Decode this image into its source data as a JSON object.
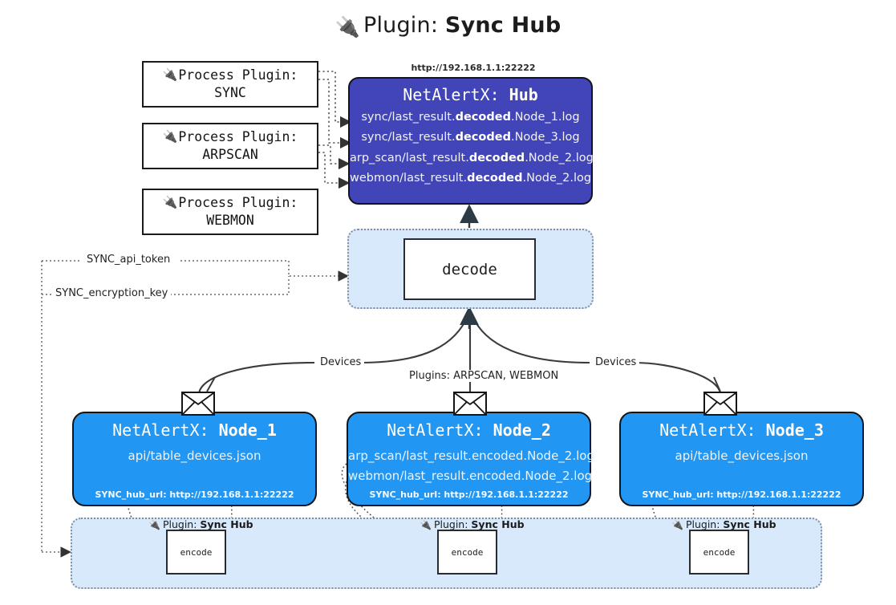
{
  "title": {
    "icon": "plug-icon",
    "lead": "Plugin:",
    "strong": "Sync Hub"
  },
  "process_plugins": [
    {
      "icon": "plug-icon",
      "line1": "Process Plugin:",
      "line2": "SYNC"
    },
    {
      "icon": "plug-icon",
      "line1": "Process Plugin:",
      "line2": "ARPSCAN"
    },
    {
      "icon": "plug-icon",
      "line1": "Process Plugin:",
      "line2": "WEBMON"
    }
  ],
  "hub": {
    "url": "http://192.168.1.1:22222",
    "title_prefix": "NetAlertX:",
    "title_name": "Hub",
    "bg_color": "#4145b8",
    "logs": [
      {
        "pre": "sync/last_result.",
        "mid": "decoded",
        "post": ".Node_1.log"
      },
      {
        "pre": "sync/last_result.",
        "mid": "decoded",
        "post": ".Node_3.log"
      },
      {
        "pre": "arp_scan/last_result.",
        "mid": "decoded",
        "post": ".Node_2.log"
      },
      {
        "pre": "webmon/last_result.",
        "mid": "decoded",
        "post": ".Node_2.log"
      }
    ]
  },
  "decode": {
    "label": "decode",
    "band_color": "#d7e9fb"
  },
  "wire_labels": {
    "api_token": "SYNC_api_token",
    "encryption_key": "SYNC_encryption_key",
    "devices_left": "Devices",
    "devices_right": "Devices",
    "plugins": "Plugins: ARPSCAN, WEBMON"
  },
  "nodes": [
    {
      "title_prefix": "NetAlertX:",
      "title_name": "Node_1",
      "lines": [
        "api/table_devices.json"
      ],
      "footer": "SYNC_hub_url: http://192.168.1.1:22222",
      "bg_color": "#2196f3",
      "envelope": "envelope-icon"
    },
    {
      "title_prefix": "NetAlertX:",
      "title_name": "Node_2",
      "lines": [
        "arp_scan/last_result.encoded.Node_2.log",
        "webmon/last_result.encoded.Node_2.log"
      ],
      "footer": "SYNC_hub_url: http://192.168.1.1:22222",
      "bg_color": "#2196f3",
      "envelope": "envelope-icon"
    },
    {
      "title_prefix": "NetAlertX:",
      "title_name": "Node_3",
      "lines": [
        "api/table_devices.json"
      ],
      "footer": "SYNC_hub_url: http://192.168.1.1:22222",
      "bg_color": "#2196f3",
      "envelope": "envelope-icon"
    }
  ],
  "encode_band": {
    "band_color": "#d7e9fb",
    "items": [
      {
        "icon": "plug-icon",
        "caption_lead": "Plugin:",
        "caption_strong": "Sync Hub",
        "box_label": "encode"
      },
      {
        "icon": "plug-icon",
        "caption_lead": "Plugin:",
        "caption_strong": "Sync Hub",
        "box_label": "encode"
      },
      {
        "icon": "plug-icon",
        "caption_lead": "Plugin:",
        "caption_strong": "Sync Hub",
        "box_label": "encode"
      }
    ]
  }
}
